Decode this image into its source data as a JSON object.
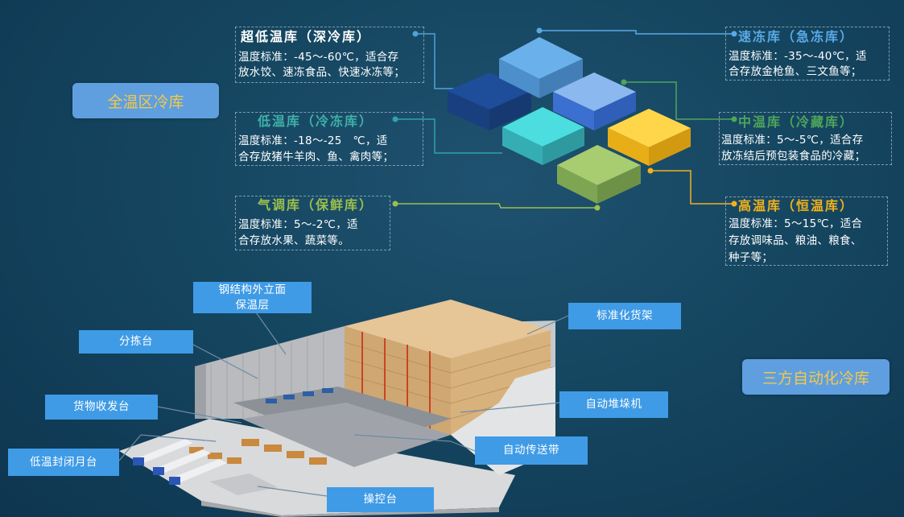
{
  "title_left": "全温区冷库",
  "title_right": "三方自动化冷库",
  "zones": {
    "ultra": {
      "title": "超低温库（深冷库）",
      "line1": "温度标准：-45～-60℃，适合存",
      "line2": "放水饺、速冻食品、快速冰冻等；",
      "color": "#ffffff"
    },
    "low": {
      "title": "低温库（冷冻库）",
      "line1": "温度标准：-18～-25　℃，适",
      "line2": "合存放猪牛羊肉、鱼、禽肉等；",
      "color": "#3fb0a8"
    },
    "ca": {
      "title": "气调库（保鲜库）",
      "line1": "温度标准：5～-2℃，适",
      "line2": "合存放水果、蔬菜等。",
      "color": "#9cc04c"
    },
    "quick": {
      "title": "速冻库（急冻库）",
      "line1": "温度标准：-35～-40℃，适",
      "line2": "合存放金枪鱼、三文鱼等；",
      "color": "#5aa9e6"
    },
    "mid": {
      "title": "中温库（冷藏库）",
      "line1": "温度标准：5～-5℃，适合存",
      "line2": "放冻结后预包装食品的冷藏；",
      "color": "#4fa55a"
    },
    "high": {
      "title": "高温库（恒温库）",
      "line1": "温度标准：5～15℃，适合",
      "line2": "存放调味品、粮油、粮食、",
      "line3": "种子等；",
      "color": "#f2b21c"
    }
  },
  "callouts": {
    "facade_line1": "钢结构外立面",
    "facade_line2": "保温层",
    "sorting": "分拣台",
    "receiving": "货物收发台",
    "dock": "低温封闭月台",
    "racks": "标准化货架",
    "stacker": "自动堆垛机",
    "conveyor": "自动传送带",
    "console": "操控台"
  }
}
